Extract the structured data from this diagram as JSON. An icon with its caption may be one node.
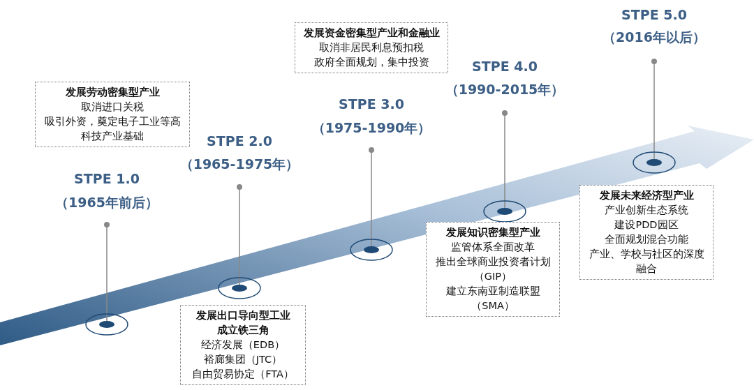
{
  "diagram": {
    "nodes": [
      {
        "text": [
          "发展劳动密集型产业",
          "取消进口关税",
          "吸引外资，奠定电子工业等高科技产业基础"
        ]
      },
      {
        "text": [
          "发展出口导向型工业",
          "成立铁三角",
          "经济发展（EDB）",
          "裕廊集团（JTC）",
          "自由贸易协定（FTA）"
        ]
      },
      {
        "text": [
          "发展资金密集型产业和金融业",
          "取消非居民利息预扣税",
          "政府全面规划，集中投资"
        ]
      },
      {
        "text": [
          "发展知识密集型产业",
          "监管体系全面改革",
          "推出全球商业投资者计划（GIP）",
          "建立东南亚制造联盟（SMA）"
        ]
      },
      {
        "text": [
          "发展未来经济型产业",
          "产业创新生态系统",
          "建设PDD园区",
          "全面规划混合功能",
          "产业、学校与社区的深度融合"
        ]
      }
    ],
    "labels": [
      "STPE 1.0",
      "（1965年前后）",
      "STPE 2.0",
      "（1965-1975年）",
      "STPE 3.0",
      "（1975-1990年）",
      "STPE 4.0",
      "（1990-2015年）",
      "STPE 5.0",
      "（2016年以后）"
    ]
  }
}
